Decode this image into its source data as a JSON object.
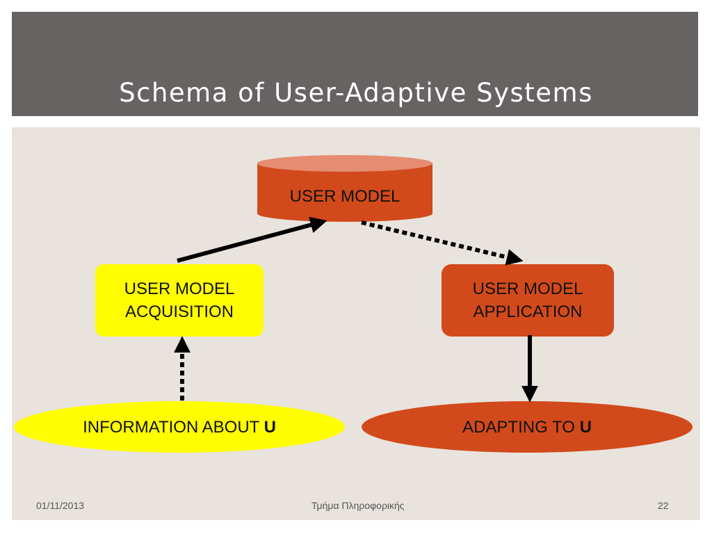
{
  "slide": {
    "title": "Schema of User-Adaptive Systems"
  },
  "diagram": {
    "user_model": "USER MODEL",
    "acquisition": {
      "line1": "USER MODEL",
      "line2": "ACQUISITION"
    },
    "application": {
      "line1": "USER MODEL",
      "line2": "APPLICATION"
    },
    "information": {
      "text": "INFORMATION ABOUT ",
      "emphasis": "U"
    },
    "adapting": {
      "text": "ADAPTING TO ",
      "emphasis": "U"
    }
  },
  "colors": {
    "header": "#686363",
    "background": "#e8e3dd",
    "orange": "#d24a1b",
    "orange_top": "#e58c71",
    "yellow": "#fffd00"
  },
  "footer": {
    "date": "01/11/2013",
    "department": "Τμήμα Πληροφορικής",
    "page_number": "22"
  }
}
